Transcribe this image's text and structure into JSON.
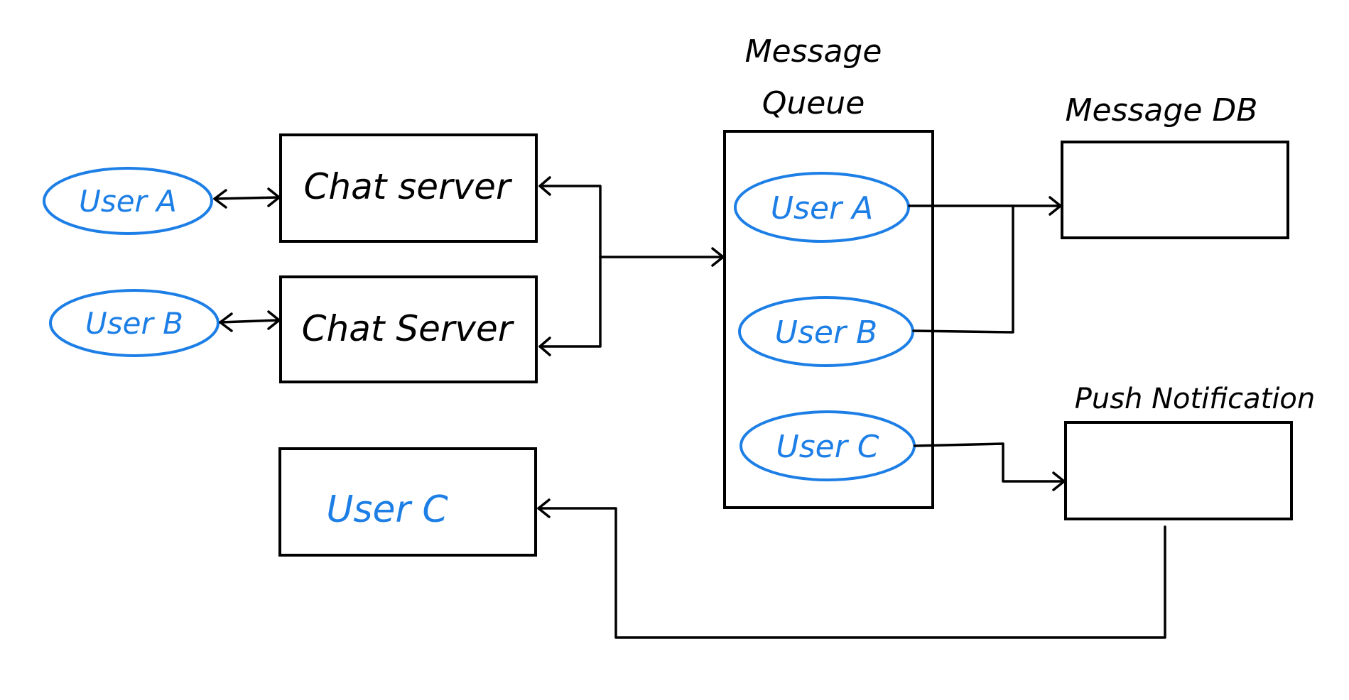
{
  "colors": {
    "ink": "#000000",
    "user_blue": "#1d7fe6",
    "background": "#ffffff"
  },
  "clients": [
    {
      "label": "User A"
    },
    {
      "label": "User B"
    }
  ],
  "chat_servers": [
    {
      "label": "Chat server"
    },
    {
      "label": "Chat Server"
    }
  ],
  "message_queue": {
    "title_line1": "Message",
    "title_line2": "Queue",
    "users": [
      {
        "label": "User A"
      },
      {
        "label": "User B"
      },
      {
        "label": "User C"
      }
    ]
  },
  "message_db": {
    "title": "Message DB"
  },
  "push_notification": {
    "title": "Push Notification"
  },
  "user_c_box": {
    "label": "User C"
  }
}
